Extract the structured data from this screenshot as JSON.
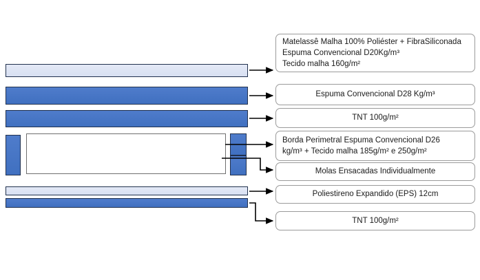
{
  "diagram": {
    "title": "Mattress layer composition diagram",
    "colors": {
      "layer_blue": "#4472C4",
      "layer_light": "#DCE3F2",
      "layer_border": "#20304D",
      "box_border": "#9A9A9A",
      "connector": "#000000",
      "background": "#FFFFFF"
    },
    "layers": [
      {
        "name": "quilted-top-layer",
        "fill": "light"
      },
      {
        "name": "foam-d28-layer",
        "fill": "blue"
      },
      {
        "name": "tnt-upper-layer",
        "fill": "blue"
      },
      {
        "name": "perimeter-border-left",
        "fill": "blue"
      },
      {
        "name": "pocket-spring-core",
        "fill": "white"
      },
      {
        "name": "perimeter-border-right-upper",
        "fill": "blue"
      },
      {
        "name": "perimeter-border-right-lower",
        "fill": "blue"
      },
      {
        "name": "eps-base-layer",
        "fill": "light"
      },
      {
        "name": "tnt-bottom-layer",
        "fill": "blue"
      }
    ],
    "callouts": [
      {
        "id": "quilted-top",
        "text": "Matelassê Malha 100% Poliéster + FibraSiliconada\nEspuma Convencional D20Kg/m³\nTecido malha 160g/m²"
      },
      {
        "id": "foam-d28",
        "text": "Espuma Convencional D28 Kg/m³"
      },
      {
        "id": "tnt-upper",
        "text": "TNT 100g/m²"
      },
      {
        "id": "perimeter-border",
        "text": "Borda Perimetral Espuma Convencional D26\nkg/m³ + Tecido malha 185g/m² e 250g/m²"
      },
      {
        "id": "pocket-springs",
        "text": "Molas Ensacadas Individualmente"
      },
      {
        "id": "eps-base",
        "text": "Poliestireno Expandido (EPS) 12cm"
      },
      {
        "id": "tnt-bottom",
        "text": "TNT 100g/m²"
      }
    ]
  }
}
